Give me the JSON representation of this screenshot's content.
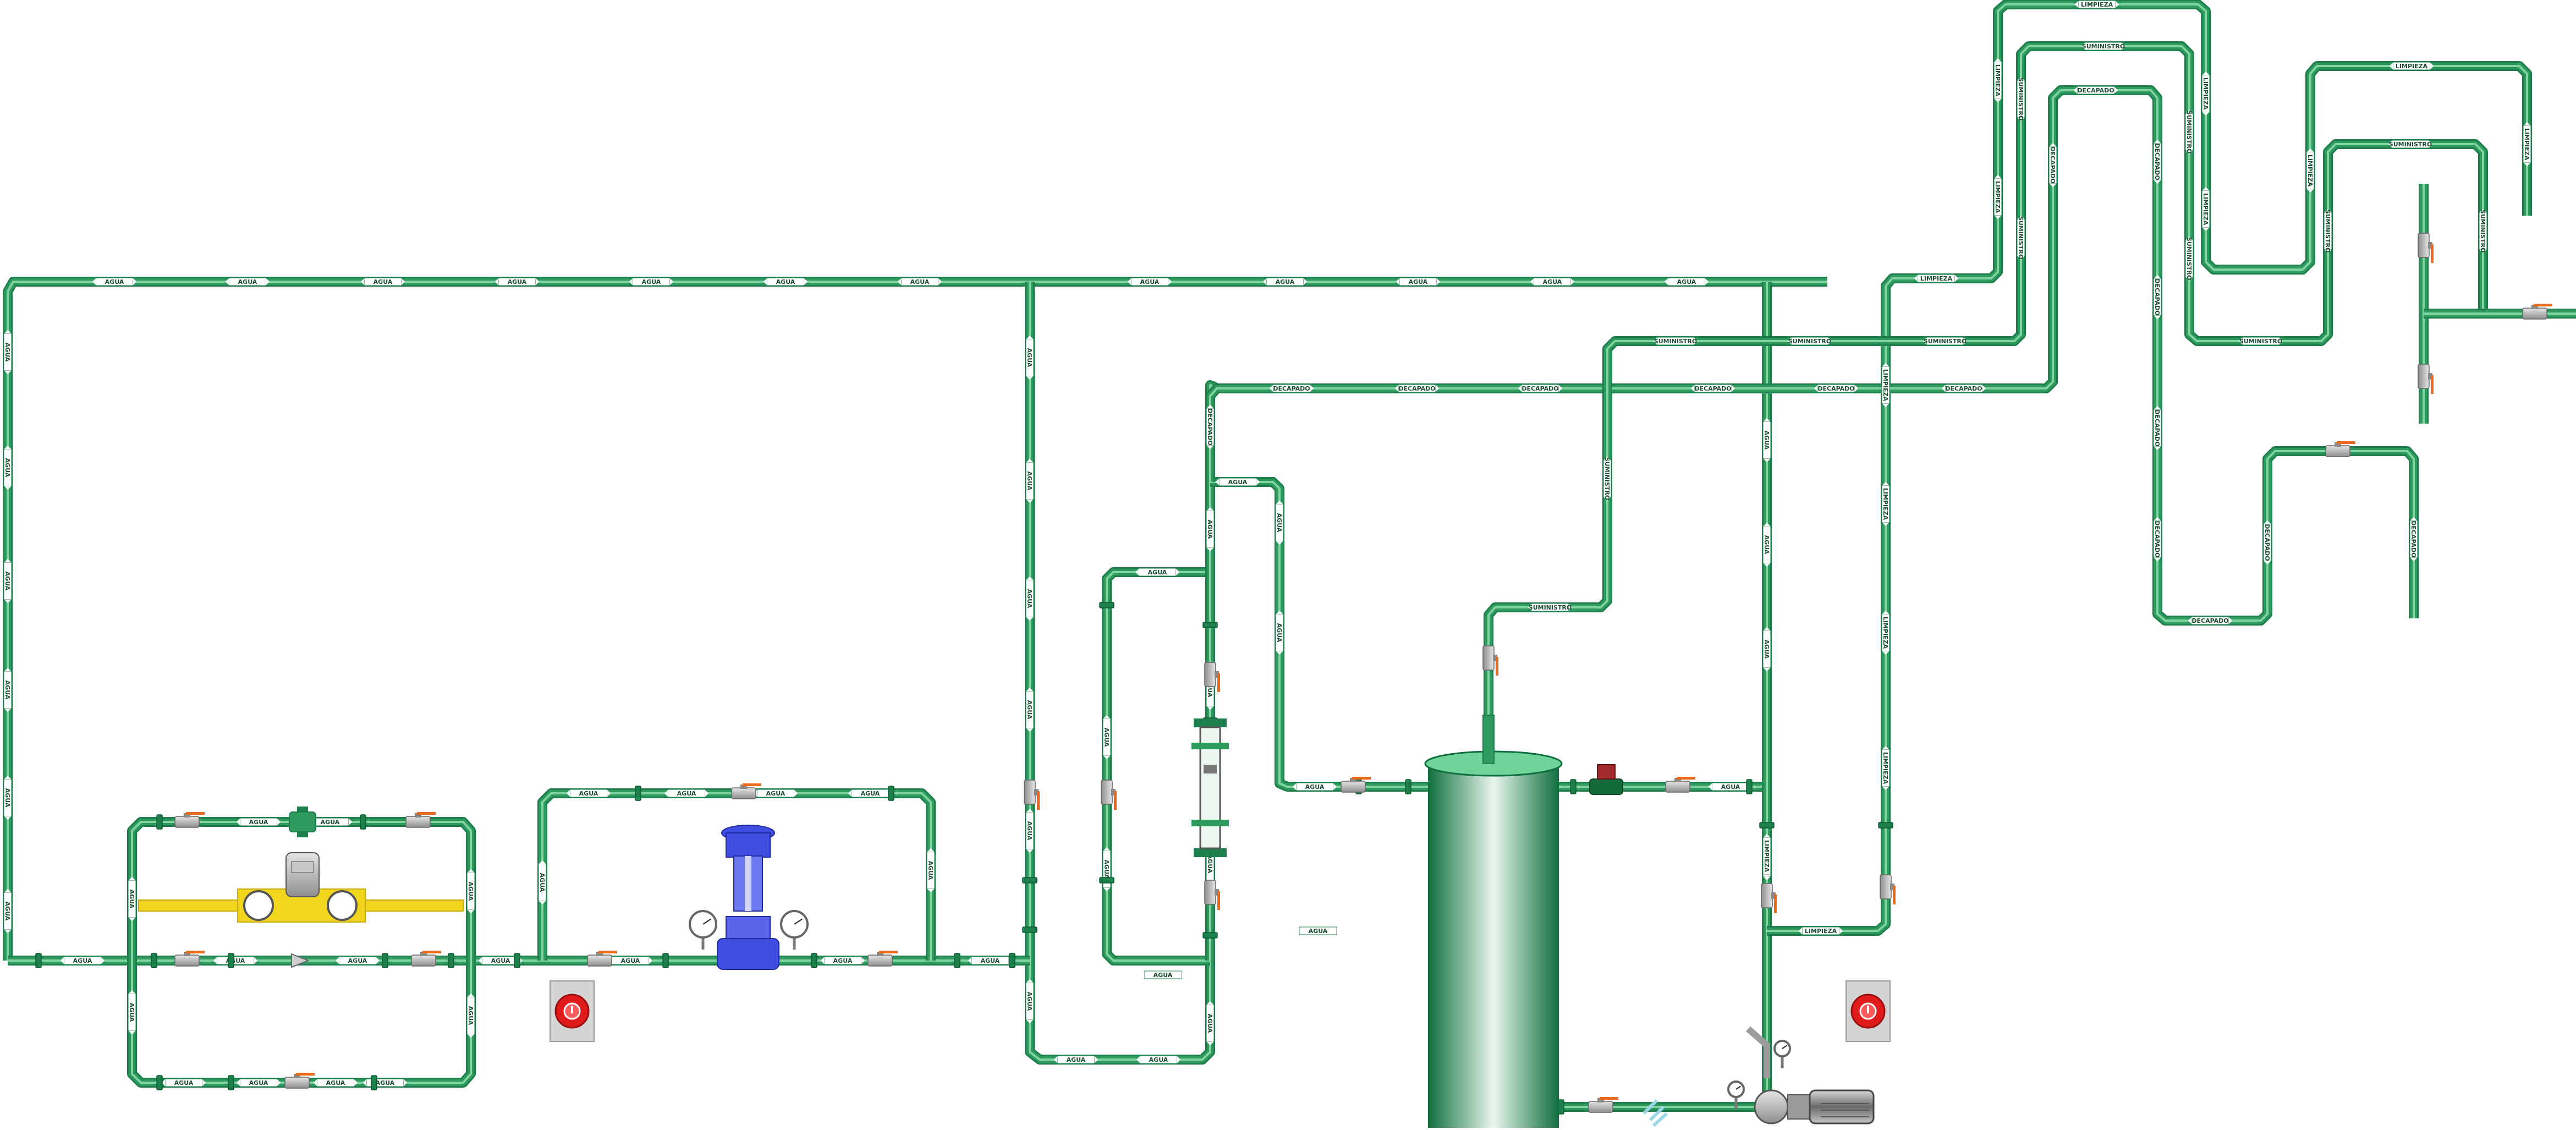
{
  "labels": {
    "agua": "AGUA",
    "decapado": "DECAPADO",
    "suministro": "SUMINISTRO",
    "limpieza": "LIMPIEZA"
  },
  "colors": {
    "pipe_dark": "#1d7f4b",
    "pipe_mid": "#2f9a5e",
    "pipe_light": "#7fd3a0",
    "tank_dark": "#0f6e3d",
    "tank_light": "#e8f7ee",
    "yellow": "#f2d61d",
    "valve_grey": "#a8a8a8",
    "handle_orange": "#e86a1a",
    "control_valve_blue": "#3f4de0",
    "button_red": "#e01b1b",
    "panel_grey": "#d4d4d4"
  },
  "icons": {
    "hand_valve": "ball-valve-icon",
    "control_valve": "control-valve-icon",
    "gauge": "pressure-gauge-icon",
    "flowmeter": "rotameter-icon",
    "filter": "y-strainer-icon",
    "pump": "centrifugal-pump-icon",
    "estop": "emergency-stop-icon"
  }
}
